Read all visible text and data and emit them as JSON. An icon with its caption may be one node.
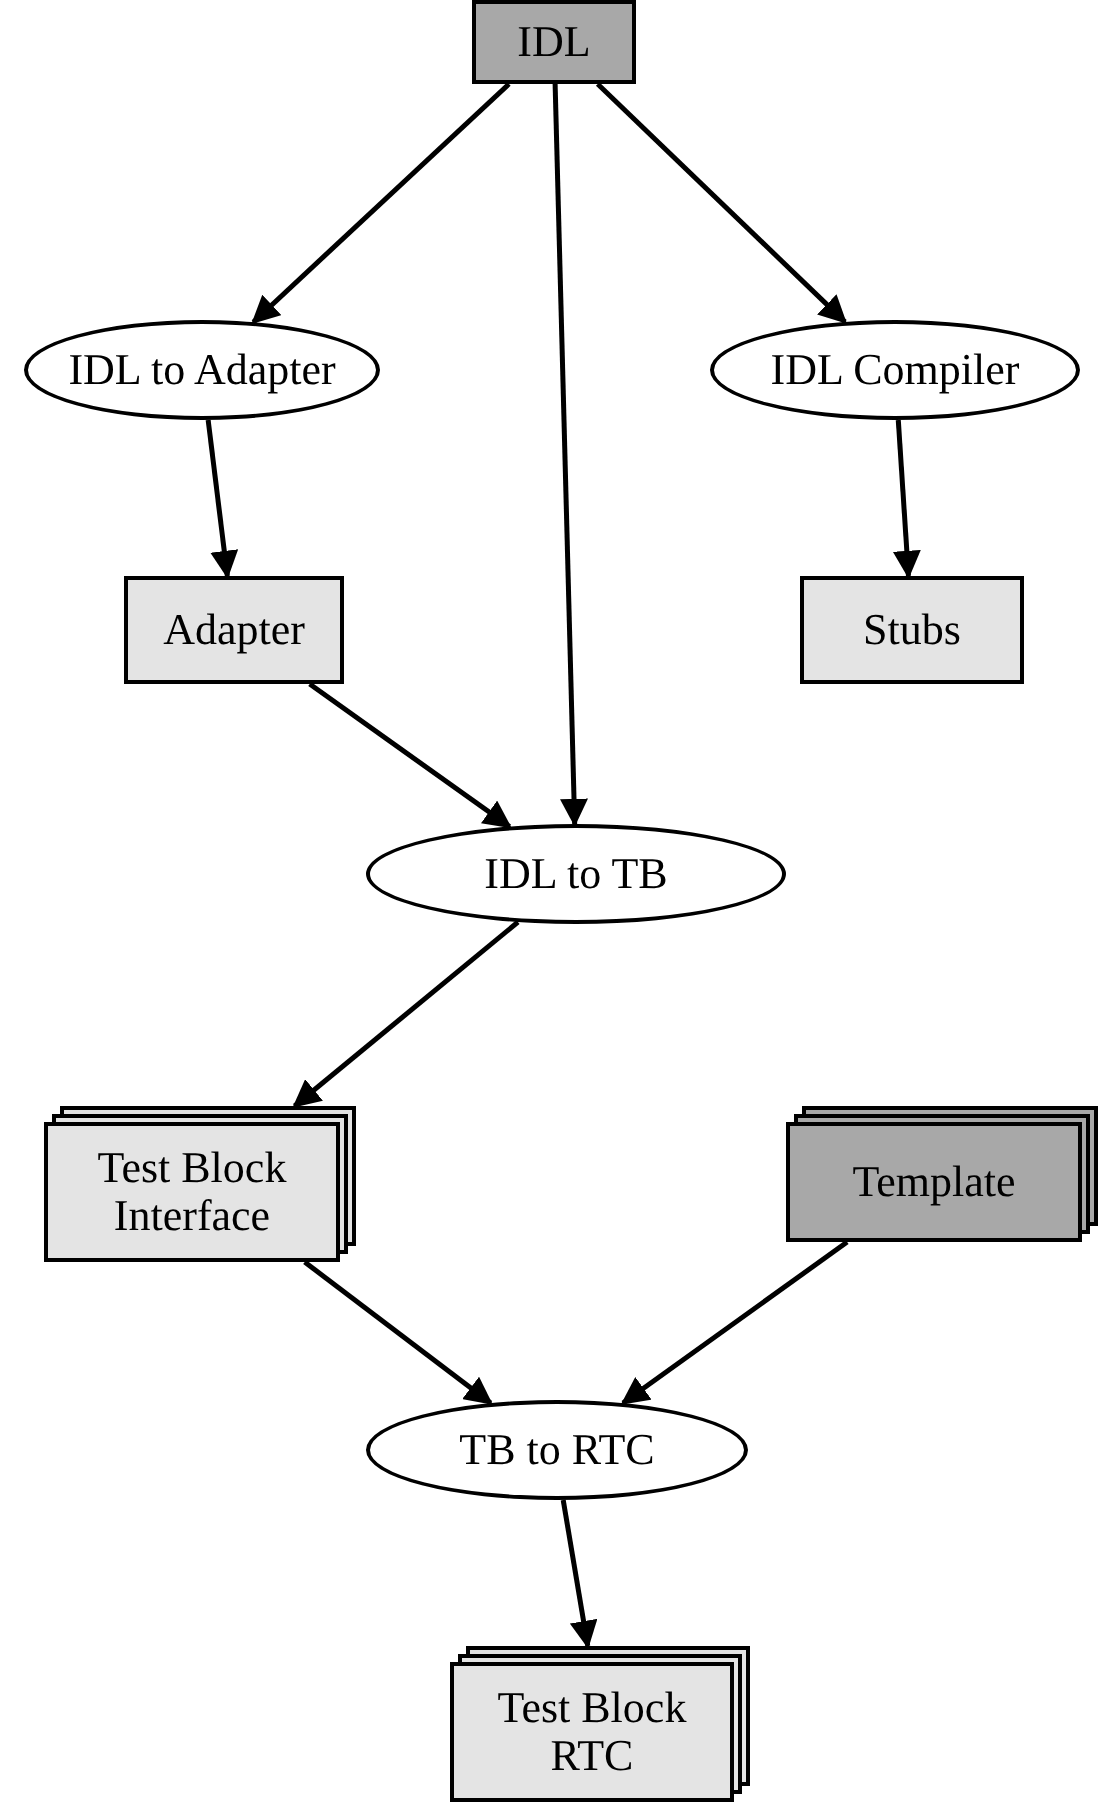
{
  "diagram": {
    "nodes": [
      {
        "text": [
          "IDL"
        ]
      },
      {
        "text": [
          "IDL to Adapter"
        ]
      },
      {
        "text": [
          "IDL Compiler"
        ]
      },
      {
        "text": [
          "Adapter"
        ]
      },
      {
        "text": [
          "Stubs"
        ]
      },
      {
        "text": [
          "IDL to TB"
        ]
      },
      {
        "text": [
          "Test Block Interface"
        ]
      },
      {
        "text": [
          "Template"
        ]
      },
      {
        "text": [
          "TB to RTC"
        ]
      },
      {
        "text": [
          "Test Block RTC"
        ]
      }
    ],
    "edges": [
      {
        "from": 0,
        "to": 1,
        "arrow": "to"
      },
      {
        "from": 0,
        "to": 5,
        "arrow": "to"
      },
      {
        "from": 0,
        "to": 2,
        "arrow": "to"
      },
      {
        "from": 1,
        "to": 3,
        "arrow": "to"
      },
      {
        "from": 2,
        "to": 4,
        "arrow": "to"
      },
      {
        "from": 3,
        "to": 5,
        "arrow": "to"
      },
      {
        "from": 5,
        "to": 6,
        "arrow": "to"
      },
      {
        "from": 6,
        "to": 8,
        "arrow": "to"
      },
      {
        "from": 7,
        "to": 8,
        "arrow": "to"
      },
      {
        "from": 8,
        "to": 9,
        "arrow": "to"
      }
    ]
  }
}
